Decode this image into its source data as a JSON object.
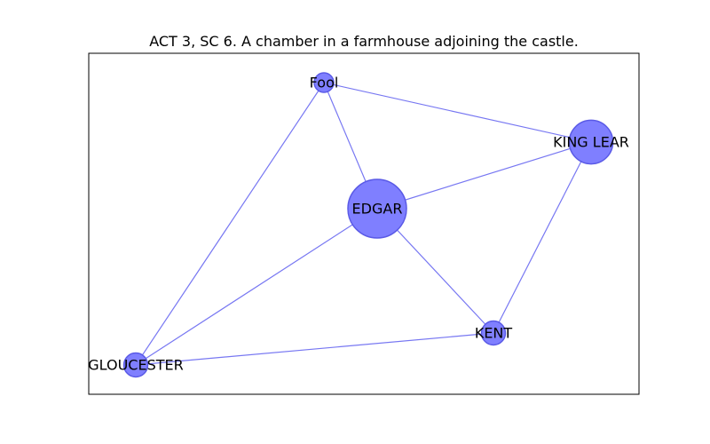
{
  "figure": {
    "title": "ACT 3, SC 6. A chamber in a farmhouse adjoining the castle."
  },
  "colors": {
    "node_fill": "#7f7fff",
    "node_stroke": "#5a5ae6",
    "edge": "#7777f2",
    "frame": "#000000"
  },
  "nodes": [
    {
      "id": "fool",
      "label": "Fool",
      "weight": 1
    },
    {
      "id": "king-lear",
      "label": "KING LEAR",
      "weight": 5
    },
    {
      "id": "edgar",
      "label": "EDGAR",
      "weight": 9
    },
    {
      "id": "kent",
      "label": "KENT",
      "weight": 1.5
    },
    {
      "id": "gloucester",
      "label": "GLOUCESTER",
      "weight": 1.5
    }
  ],
  "edges": [
    [
      "fool",
      "king-lear"
    ],
    [
      "fool",
      "edgar"
    ],
    [
      "fool",
      "gloucester"
    ],
    [
      "edgar",
      "king-lear"
    ],
    [
      "edgar",
      "kent"
    ],
    [
      "edgar",
      "gloucester"
    ],
    [
      "king-lear",
      "kent"
    ],
    [
      "kent",
      "gloucester"
    ]
  ]
}
